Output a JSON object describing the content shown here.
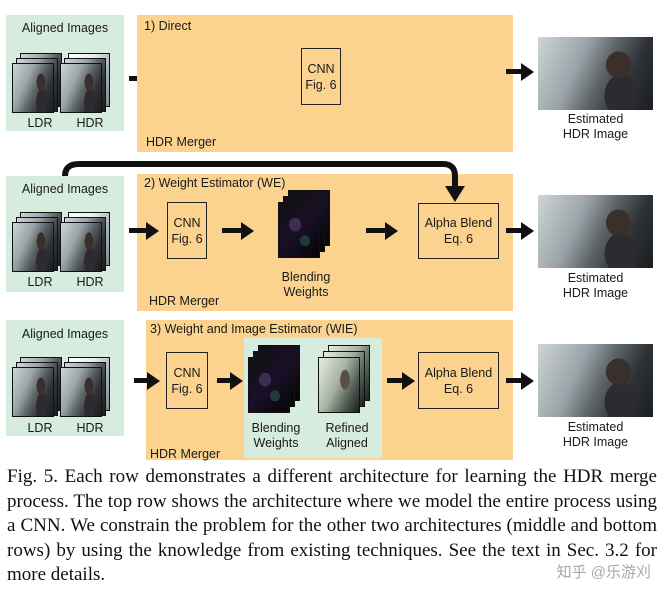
{
  "rows": [
    {
      "input_title": "Aligned Images",
      "ldr_label": "LDR",
      "hdr_label": "HDR",
      "section_title": "1) Direct",
      "merger_label": "HDR Merger",
      "cnn_label": "CNN",
      "cnn_ref": "Fig. 6",
      "output_line1": "Estimated",
      "output_line2": "HDR Image"
    },
    {
      "input_title": "Aligned Images",
      "ldr_label": "LDR",
      "hdr_label": "HDR",
      "section_title": "2) Weight Estimator (WE)",
      "merger_label": "HDR Merger",
      "cnn_label": "CNN",
      "cnn_ref": "Fig. 6",
      "weights_line1": "Blending",
      "weights_line2": "Weights",
      "blend_label": "Alpha Blend",
      "blend_ref": "Eq. 6",
      "output_line1": "Estimated",
      "output_line2": "HDR Image"
    },
    {
      "input_title": "Aligned Images",
      "ldr_label": "LDR",
      "hdr_label": "HDR",
      "section_title": "3) Weight and Image Estimator (WIE)",
      "merger_label": "HDR Merger",
      "cnn_label": "CNN",
      "cnn_ref": "Fig. 6",
      "weights_line1": "Blending",
      "weights_line2": "Weights",
      "refined_line1": "Refined",
      "refined_line2": "Aligned",
      "blend_label": "Alpha Blend",
      "blend_ref": "Eq. 6",
      "output_line1": "Estimated",
      "output_line2": "HDR Image"
    }
  ],
  "caption": "Fig. 5.   Each row demonstrates a different architecture for learning the HDR merge process. The top row shows the architecture where we model the entire process using a CNN. We constrain the problem for the other two architectures (middle and bottom rows) by using the knowledge from existing techniques. See the text in Sec. 3.2 for more details.",
  "watermark": "知乎 @乐游刈",
  "colors": {
    "panel_green": "#d6ecdf",
    "panel_orange": "#fbd38f",
    "arrow": "#111111"
  }
}
